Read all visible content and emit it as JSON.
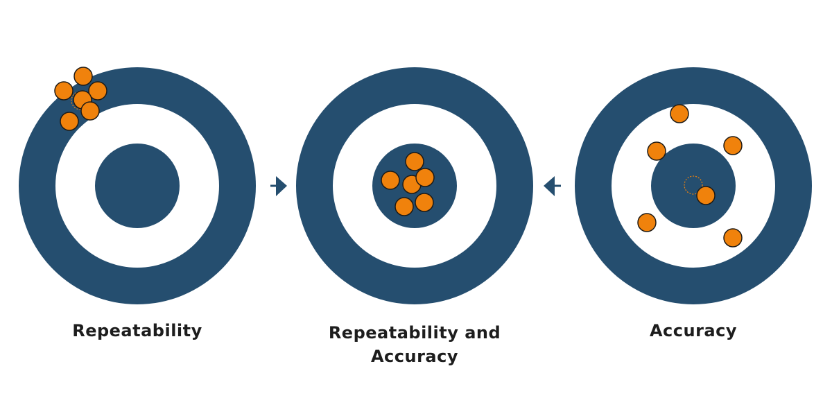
{
  "colors": {
    "target": "#254e6f",
    "ring_gap": "#ffffff",
    "shot_fill": "#f0820c",
    "shot_stroke": "#1e1a15",
    "arrow": "#254e6f",
    "text": "#1d1d1d"
  },
  "targets": [
    {
      "id": "repeatability",
      "label_lines": [
        "Repeatability"
      ]
    },
    {
      "id": "repeatability-and-accuracy",
      "label_lines": [
        "Repeatability and",
        "Accuracy"
      ]
    },
    {
      "id": "accuracy",
      "label_lines": [
        "Accuracy"
      ]
    }
  ],
  "arrows": [
    {
      "from": "repeatability",
      "to": "repeatability-and-accuracy",
      "direction": "right"
    },
    {
      "from": "accuracy",
      "to": "repeatability-and-accuracy",
      "direction": "left"
    }
  ]
}
